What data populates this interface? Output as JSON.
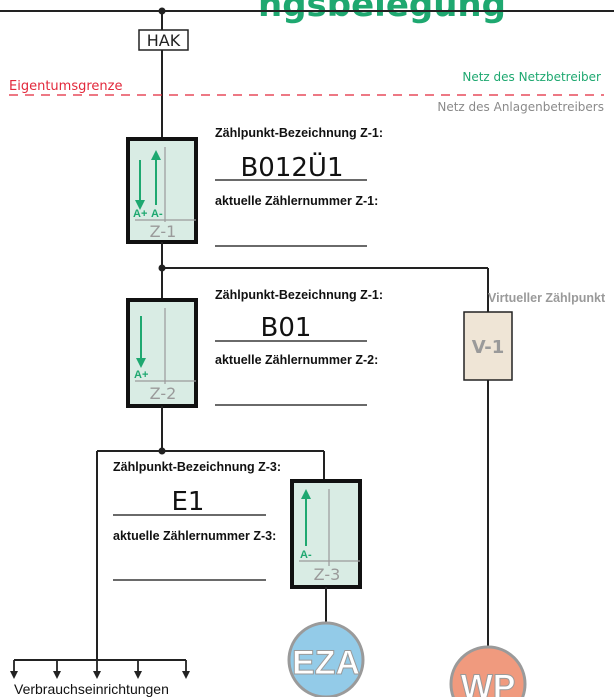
{
  "header": {
    "title_partial": "ngsbelegung"
  },
  "hak_label": "HAK",
  "boundary": {
    "label": "Eigentumsgrenze",
    "grid_operator_label": "Netz des Netzbetreiber",
    "plant_operator_label": "Netz des Anlagenbetreibers"
  },
  "meters": [
    {
      "id_label": "Z-1",
      "arrows": [
        "A+",
        "A-"
      ],
      "designation_heading": "Zählpunkt-Bezeichnung Z-1:",
      "designation_value": "B012Ü1",
      "meter_number_heading": "aktuelle Zählernummer Z-1:",
      "meter_number_value": ""
    },
    {
      "id_label": "Z-2",
      "arrows": [
        "A+"
      ],
      "designation_heading": "Zählpunkt-Bezeichnung Z-1:",
      "designation_value": "B01",
      "meter_number_heading": "aktuelle Zählernummer Z-2:",
      "meter_number_value": ""
    },
    {
      "id_label": "Z-3",
      "arrows": [
        "A-"
      ],
      "designation_heading": "Zählpunkt-Bezeichnung Z-3:",
      "designation_value": "E1",
      "meter_number_heading": "aktuelle Zählernummer Z-3:",
      "meter_number_value": ""
    }
  ],
  "virtual_meter": {
    "heading": "Virtueller Zählpunkt",
    "id_label": "V-1"
  },
  "consumers": {
    "ez": "EZA",
    "wp": "WP",
    "loads_label": "Verbrauchseinrichtungen"
  },
  "colors": {
    "accent_green": "#1ea870",
    "boundary_red": "#e2283b",
    "meter_fill": "#d9ece4",
    "virtual_fill": "#efe5d6",
    "eza_fill": "#93cbe8",
    "wp_fill": "#f09a7e"
  }
}
